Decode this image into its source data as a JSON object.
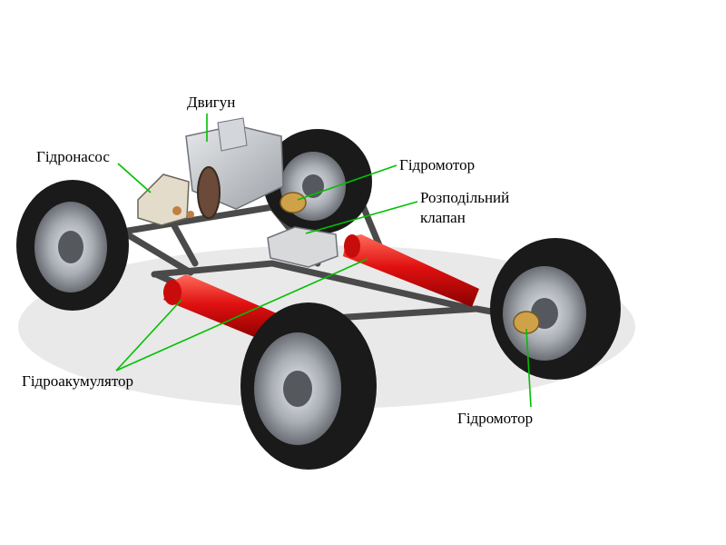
{
  "labels": {
    "engine": "Двигун",
    "pump": "Гідронасос",
    "motor_top": "Гідромотор",
    "valve_line1": "Розподільний",
    "valve_line2": "клапан",
    "accumulator": "Гідроакумулятор",
    "motor_bottom": "Гідромотор"
  },
  "colors": {
    "leader_line": "#00c000",
    "accumulator": "#e01010",
    "frame": "#4a4a4a",
    "tire": "#1a1a1a",
    "rim": "#b8bcc2"
  }
}
